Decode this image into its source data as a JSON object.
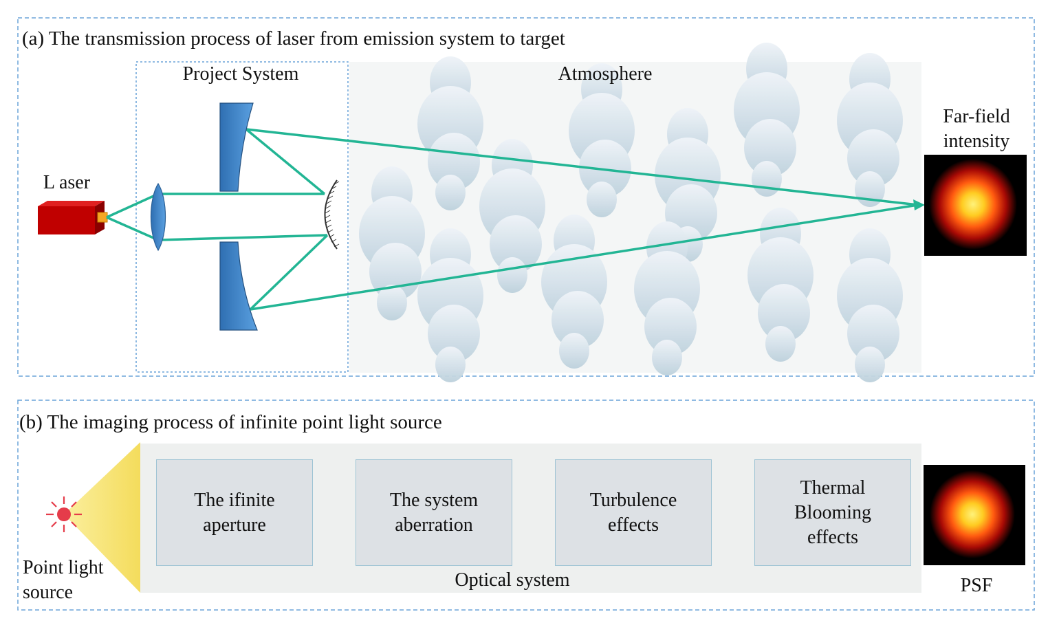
{
  "panel_a": {
    "title": "(a) The transmission process of laser from emission system to target",
    "laser_label": "L aser",
    "project_system_label": "Project System",
    "atmosphere_label": "Atmosphere",
    "far_field_label": "Far-field\nintensity"
  },
  "panel_b": {
    "title": "(b) The imaging process of infinite point light source",
    "point_source_label": "Point light\nsource",
    "boxes": [
      {
        "label": "The ifinite\naperture"
      },
      {
        "label": "The system\naberration"
      },
      {
        "label": "Turbulence\neffects"
      },
      {
        "label": "Thermal\nBlooming\neffects"
      }
    ],
    "optical_system_label": "Optical system",
    "psf_label": "PSF"
  },
  "colors": {
    "beam": "#22b594",
    "laser_body": "#c00000",
    "mirror": "#3a7fc4",
    "dashed_border": "#6aa4d8",
    "cloud": "#dce6ee",
    "cone": "#f7e27a",
    "source": "#e53c4a"
  }
}
